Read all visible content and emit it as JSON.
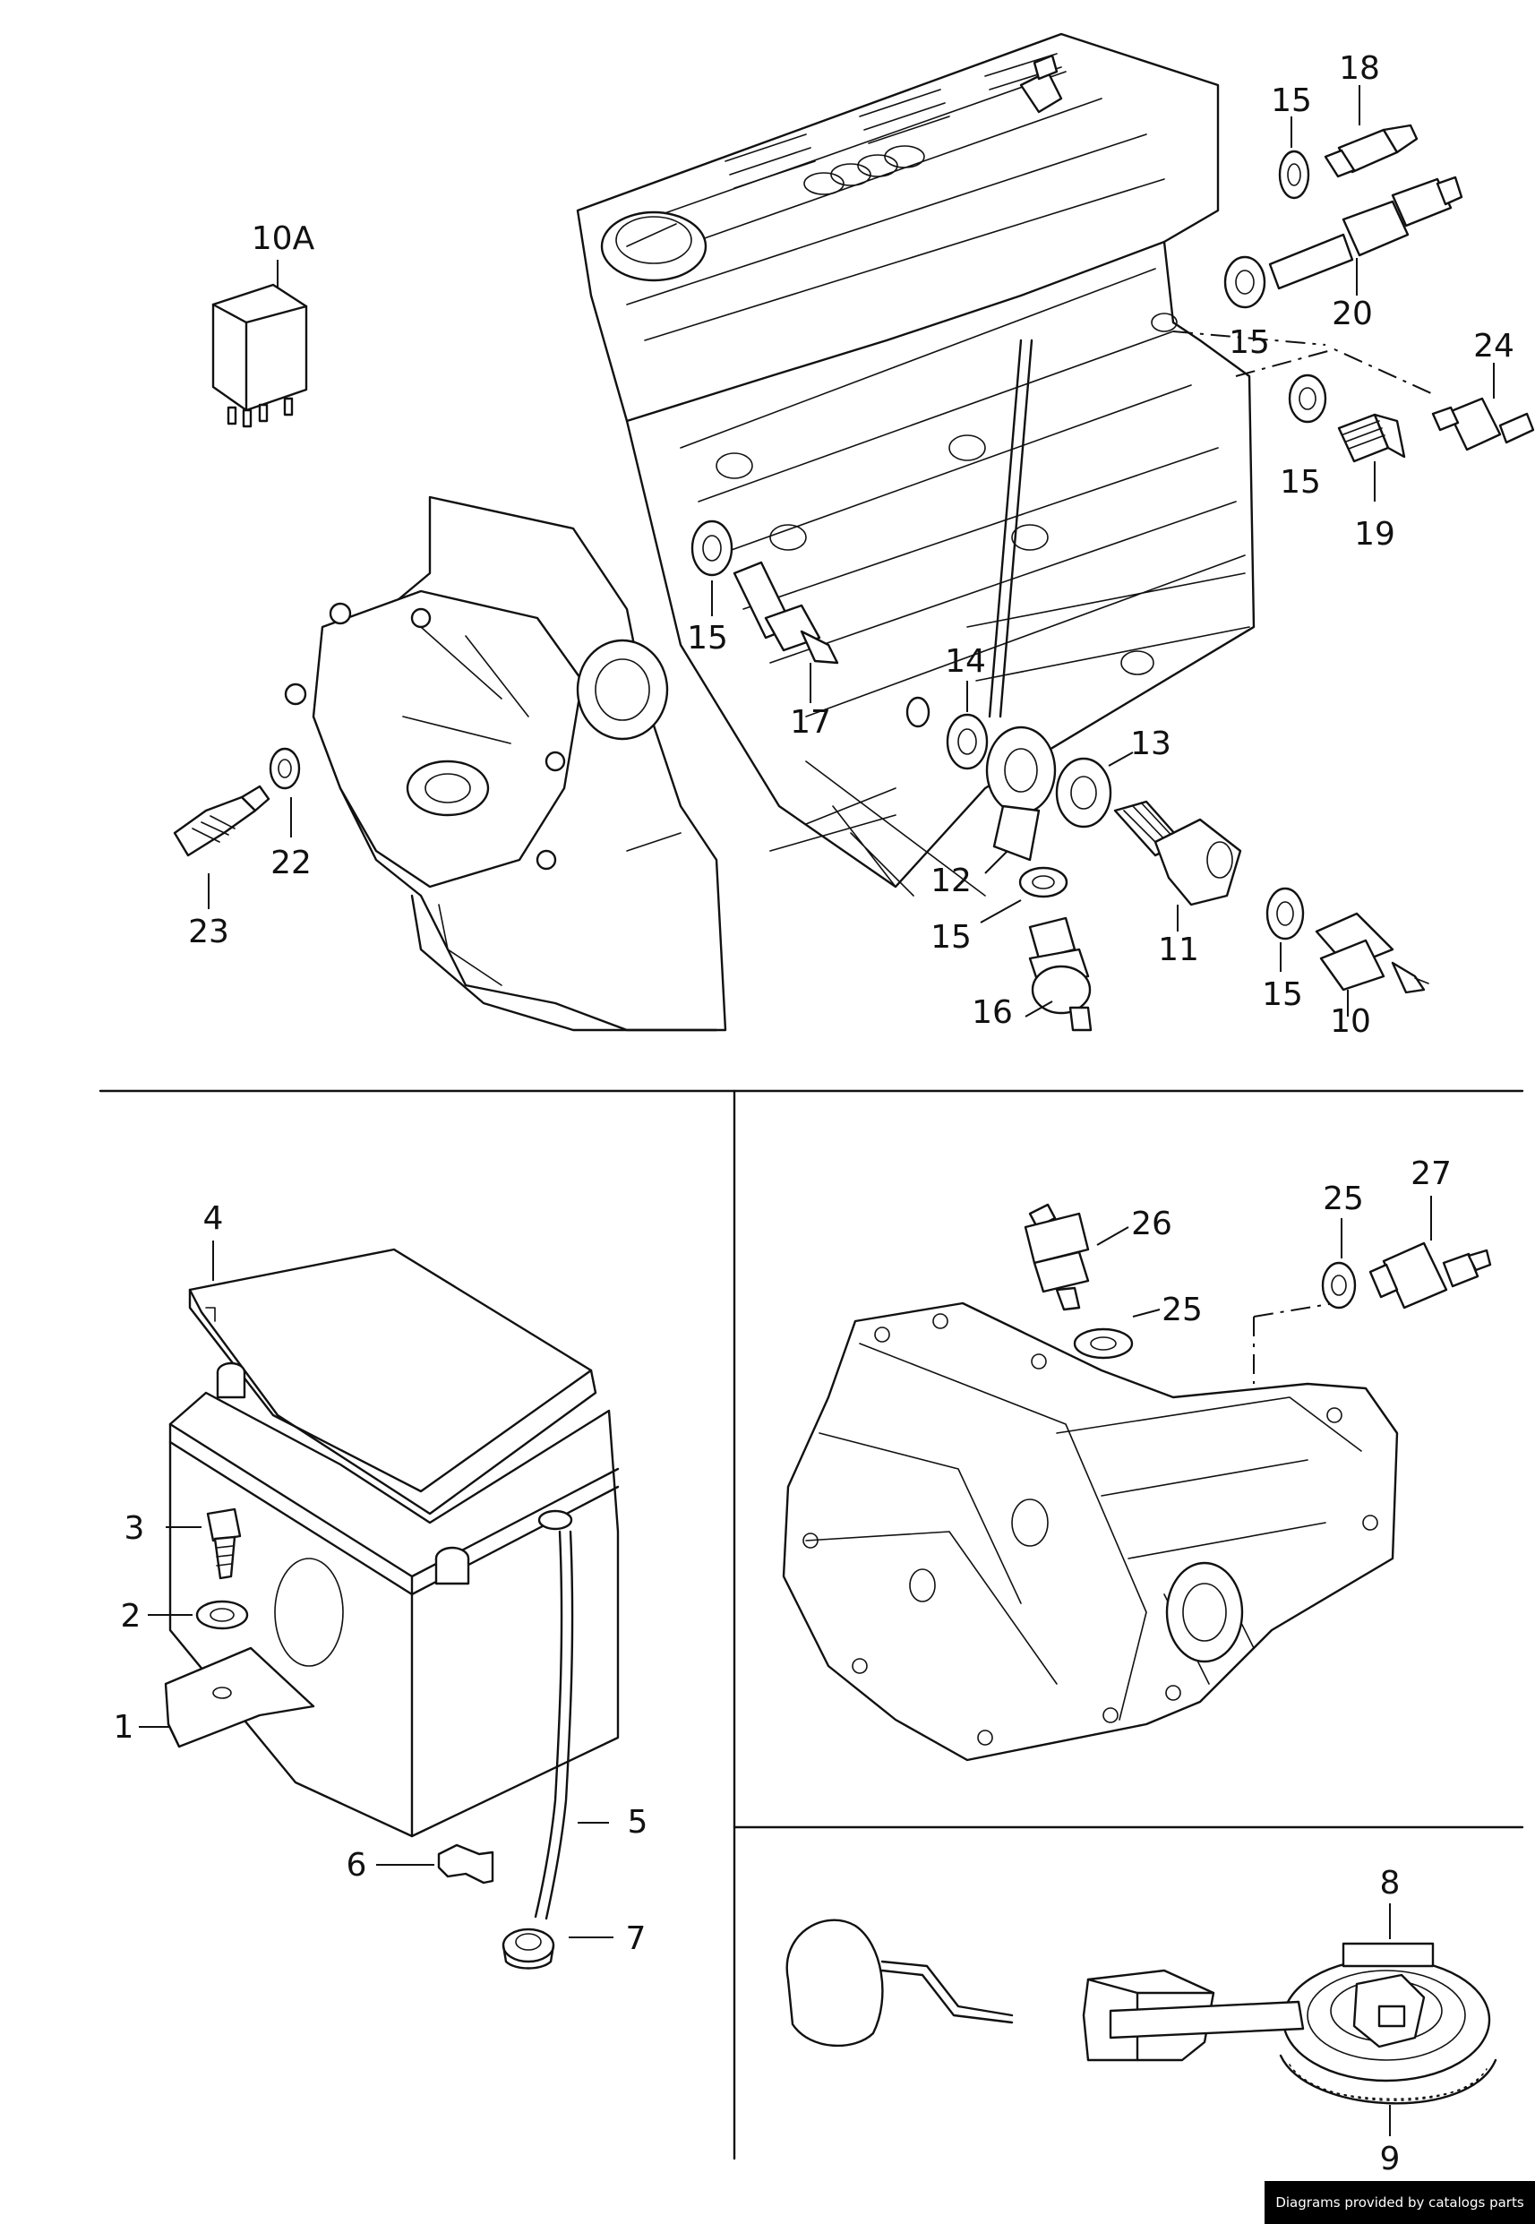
{
  "callouts": {
    "c10A": "10A",
    "c18": "18",
    "c15a": "15",
    "c20": "20",
    "c15b": "15",
    "c24": "24",
    "c15c": "15",
    "c19": "19",
    "c15d": "15",
    "c17": "17",
    "c14": "14",
    "c13": "13",
    "c22": "22",
    "c23": "23",
    "c12": "12",
    "c15e": "15",
    "c11": "11",
    "c16": "16",
    "c15f": "15",
    "c10": "10",
    "c4": "4",
    "c3": "3",
    "c2": "2",
    "c1": "1",
    "c5": "5",
    "c6": "6",
    "c7": "7",
    "c26": "26",
    "c25a": "25",
    "c27": "27",
    "c25b": "25",
    "c8": "8",
    "c9": "9"
  },
  "footer": {
    "credit": "Diagrams provided by catalogs parts"
  }
}
